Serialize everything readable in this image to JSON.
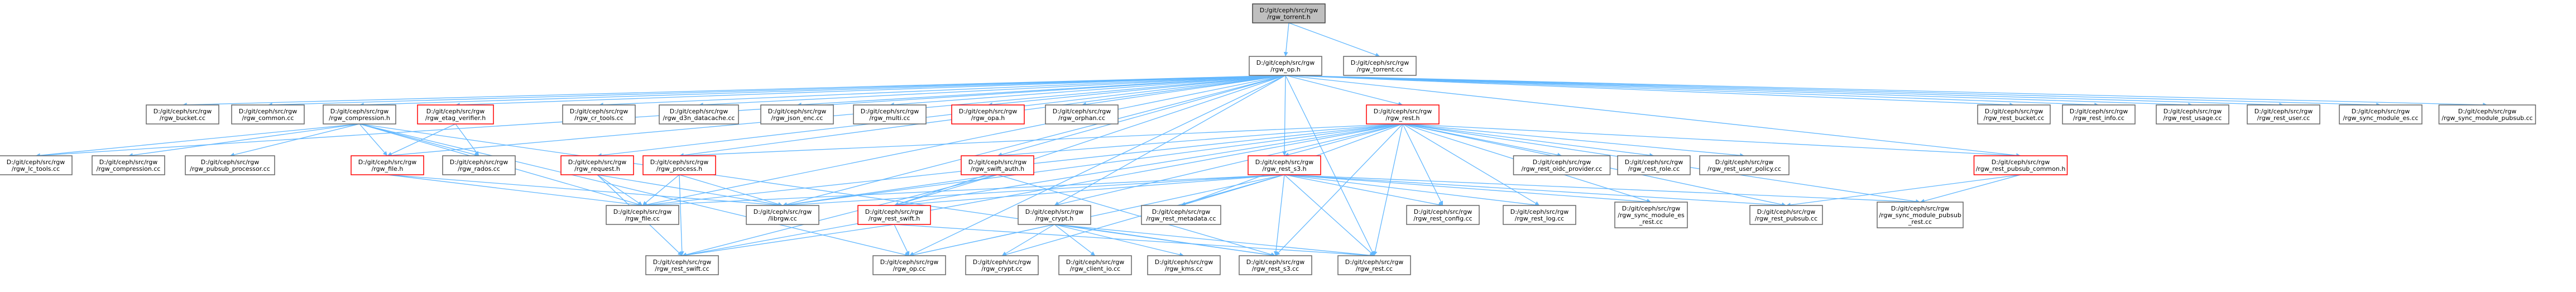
{
  "graph": {
    "root_id": "torrent_h",
    "colors": {
      "edge": "#63b8ff",
      "node_border": "#666666",
      "highlight_border": "#ff0000",
      "root_fill": "#bfbfbf"
    },
    "nodes": [
      {
        "id": "torrent_h",
        "lines": [
          "D:/git/ceph/src/rgw",
          "/rgw_torrent.h"
        ],
        "style": "root"
      },
      {
        "id": "op_h",
        "lines": [
          "D:/git/ceph/src/rgw",
          "/rgw_op.h"
        ]
      },
      {
        "id": "torrent_cc",
        "lines": [
          "D:/git/ceph/src/rgw",
          "/rgw_torrent.cc"
        ]
      },
      {
        "id": "bucket_cc",
        "lines": [
          "D:/git/ceph/src/rgw",
          "/rgw_bucket.cc"
        ]
      },
      {
        "id": "common_cc",
        "lines": [
          "D:/git/ceph/src/rgw",
          "/rgw_common.cc"
        ]
      },
      {
        "id": "compression_h",
        "lines": [
          "D:/git/ceph/src/rgw",
          "/rgw_compression.h"
        ]
      },
      {
        "id": "etag_verifier_h",
        "lines": [
          "D:/git/ceph/src/rgw",
          "/rgw_etag_verifier.h"
        ],
        "style": "red"
      },
      {
        "id": "cr_tools_cc",
        "lines": [
          "D:/git/ceph/src/rgw",
          "/rgw_cr_tools.cc"
        ]
      },
      {
        "id": "d3n_cc",
        "lines": [
          "D:/git/ceph/src/rgw",
          "/rgw_d3n_datacache.cc"
        ]
      },
      {
        "id": "json_enc_cc",
        "lines": [
          "D:/git/ceph/src/rgw",
          "/rgw_json_enc.cc"
        ]
      },
      {
        "id": "multi_cc",
        "lines": [
          "D:/git/ceph/src/rgw",
          "/rgw_multi.cc"
        ]
      },
      {
        "id": "opa_h",
        "lines": [
          "D:/git/ceph/src/rgw",
          "/rgw_opa.h"
        ],
        "style": "red"
      },
      {
        "id": "orphan_cc",
        "lines": [
          "D:/git/ceph/src/rgw",
          "/rgw_orphan.cc"
        ]
      },
      {
        "id": "rest_h",
        "lines": [
          "D:/git/ceph/src/rgw",
          "/rgw_rest.h"
        ],
        "style": "red"
      },
      {
        "id": "rest_bucket_cc",
        "lines": [
          "D:/git/ceph/src/rgw",
          "/rgw_rest_bucket.cc"
        ]
      },
      {
        "id": "rest_info_cc",
        "lines": [
          "D:/git/ceph/src/rgw",
          "/rgw_rest_info.cc"
        ]
      },
      {
        "id": "rest_usage_cc",
        "lines": [
          "D:/git/ceph/src/rgw",
          "/rgw_rest_usage.cc"
        ]
      },
      {
        "id": "rest_user_cc",
        "lines": [
          "D:/git/ceph/src/rgw",
          "/rgw_rest_user.cc"
        ]
      },
      {
        "id": "sync_module_es_cc",
        "lines": [
          "D:/git/ceph/src/rgw",
          "/rgw_sync_module_es.cc"
        ]
      },
      {
        "id": "sync_module_pubsub_cc",
        "lines": [
          "D:/git/ceph/src/rgw",
          "/rgw_sync_module_pubsub.cc"
        ]
      },
      {
        "id": "lc_tools_cc",
        "lines": [
          "D:/git/ceph/src/rgw",
          "/rgw_lc_tools.cc"
        ]
      },
      {
        "id": "compression_cc",
        "lines": [
          "D:/git/ceph/src/rgw",
          "/rgw_compression.cc"
        ]
      },
      {
        "id": "pubsub_push_cc",
        "lines": [
          "D:/git/ceph/src/rgw",
          "/rgw_pubsub_processor.cc"
        ]
      },
      {
        "id": "file_h",
        "lines": [
          "D:/git/ceph/src/rgw",
          "/rgw_file.h"
        ],
        "style": "red"
      },
      {
        "id": "rados_cc",
        "lines": [
          "D:/git/ceph/src/rgw",
          "/rgw_rados.cc"
        ]
      },
      {
        "id": "request_h",
        "lines": [
          "D:/git/ceph/src/rgw",
          "/rgw_request.h"
        ],
        "style": "red"
      },
      {
        "id": "process_h",
        "lines": [
          "D:/git/ceph/src/rgw",
          "/rgw_process.h"
        ],
        "style": "red"
      },
      {
        "id": "swift_auth_h",
        "lines": [
          "D:/git/ceph/src/rgw",
          "/rgw_swift_auth.h"
        ],
        "style": "red"
      },
      {
        "id": "rest_s3_h",
        "lines": [
          "D:/git/ceph/src/rgw",
          "/rgw_rest_s3.h"
        ],
        "style": "red"
      },
      {
        "id": "iam_policy_cc",
        "lines": [
          "D:/git/ceph/src/rgw",
          "/rgw_rest_oidc_provider.cc"
        ]
      },
      {
        "id": "rest_role_cc",
        "lines": [
          "D:/git/ceph/src/rgw",
          "/rgw_rest_role.cc"
        ]
      },
      {
        "id": "rest_user_policy_cc",
        "lines": [
          "D:/git/ceph/src/rgw",
          "/rgw_rest_user_policy.cc"
        ]
      },
      {
        "id": "rest_pubsub_common_h",
        "lines": [
          "D:/git/ceph/src/rgw",
          "/rgw_rest_pubsub_common.h"
        ],
        "style": "red"
      },
      {
        "id": "file_cc",
        "lines": [
          "D:/git/ceph/src/rgw",
          "/rgw_file.cc"
        ]
      },
      {
        "id": "librgw_cc",
        "lines": [
          "D:/git/ceph/src/rgw",
          "/librgw.cc"
        ]
      },
      {
        "id": "crypt_h",
        "lines": [
          "D:/git/ceph/src/rgw",
          "/rgw_crypt.h"
        ]
      },
      {
        "id": "rest_swift_h",
        "lines": [
          "D:/git/ceph/src/rgw",
          "/rgw_rest_swift.h"
        ],
        "style": "red"
      },
      {
        "id": "rest_metadata_cc",
        "lines": [
          "D:/git/ceph/src/rgw",
          "/rgw_rest_metadata.cc"
        ]
      },
      {
        "id": "rest_config_cc",
        "lines": [
          "D:/git/ceph/src/rgw",
          "/rgw_rest_config.cc"
        ]
      },
      {
        "id": "rest_log_cc",
        "lines": [
          "D:/git/ceph/src/rgw",
          "/rgw_rest_log.cc"
        ]
      },
      {
        "id": "sync_module_es_rest_cc",
        "lines": [
          "D:/git/ceph/src/rgw",
          "/rgw_sync_module_es",
          "_rest.cc"
        ]
      },
      {
        "id": "rest_pubsub_cc",
        "lines": [
          "D:/git/ceph/src/rgw",
          "/rgw_rest_pubsub.cc"
        ]
      },
      {
        "id": "sync_module_pubsub_rest_cc",
        "lines": [
          "D:/git/ceph/src/rgw",
          "/rgw_sync_module_pubsub",
          "_rest.cc"
        ]
      },
      {
        "id": "rest_swift_cc",
        "lines": [
          "D:/git/ceph/src/rgw",
          "/rgw_rest_swift.cc"
        ]
      },
      {
        "id": "op_cc",
        "lines": [
          "D:/git/ceph/src/rgw",
          "/rgw_op.cc"
        ]
      },
      {
        "id": "crypt_cc",
        "lines": [
          "D:/git/ceph/src/rgw",
          "/rgw_crypt.cc"
        ]
      },
      {
        "id": "client_io_cc",
        "lines": [
          "D:/git/ceph/src/rgw",
          "/rgw_client_io.cc"
        ]
      },
      {
        "id": "kms_cc",
        "lines": [
          "D:/git/ceph/src/rgw",
          "/rgw_kms.cc"
        ]
      },
      {
        "id": "rest_s3_cc",
        "lines": [
          "D:/git/ceph/src/rgw",
          "/rgw_rest_s3.cc"
        ]
      },
      {
        "id": "rest_cc",
        "lines": [
          "D:/git/ceph/src/rgw",
          "/rgw_rest.cc"
        ]
      }
    ],
    "edges": [
      [
        "torrent_h",
        "op_h"
      ],
      [
        "torrent_h",
        "torrent_cc"
      ],
      [
        "op_h",
        "bucket_cc"
      ],
      [
        "op_h",
        "common_cc"
      ],
      [
        "op_h",
        "compression_h"
      ],
      [
        "op_h",
        "etag_verifier_h"
      ],
      [
        "op_h",
        "cr_tools_cc"
      ],
      [
        "op_h",
        "d3n_cc"
      ],
      [
        "op_h",
        "json_enc_cc"
      ],
      [
        "op_h",
        "multi_cc"
      ],
      [
        "op_h",
        "opa_h"
      ],
      [
        "op_h",
        "orphan_cc"
      ],
      [
        "op_h",
        "rest_h"
      ],
      [
        "op_h",
        "rest_bucket_cc"
      ],
      [
        "op_h",
        "rest_info_cc"
      ],
      [
        "op_h",
        "rest_usage_cc"
      ],
      [
        "op_h",
        "rest_user_cc"
      ],
      [
        "op_h",
        "sync_module_es_cc"
      ],
      [
        "op_h",
        "sync_module_pubsub_cc"
      ],
      [
        "op_h",
        "lc_tools_cc"
      ],
      [
        "op_h",
        "file_h"
      ],
      [
        "op_h",
        "process_h"
      ],
      [
        "op_h",
        "request_h"
      ],
      [
        "op_h",
        "file_cc"
      ],
      [
        "op_h",
        "librgw_cc"
      ],
      [
        "op_h",
        "crypt_h"
      ],
      [
        "op_h",
        "op_cc"
      ],
      [
        "op_h",
        "rest_pubsub_common_h"
      ],
      [
        "op_h",
        "rest_s3_h"
      ],
      [
        "op_h",
        "swift_auth_h"
      ],
      [
        "op_h",
        "rest_swift_h"
      ],
      [
        "op_h",
        "rest_cc"
      ],
      [
        "compression_h",
        "lc_tools_cc"
      ],
      [
        "compression_h",
        "compression_cc"
      ],
      [
        "compression_h",
        "pubsub_push_cc"
      ],
      [
        "compression_h",
        "file_h"
      ],
      [
        "compression_h",
        "rados_cc"
      ],
      [
        "compression_h",
        "op_cc"
      ],
      [
        "compression_h",
        "rest_s3_cc"
      ],
      [
        "compression_h",
        "file_cc"
      ],
      [
        "etag_verifier_h",
        "rados_cc"
      ],
      [
        "etag_verifier_h",
        "file_h"
      ],
      [
        "rest_h",
        "process_h"
      ],
      [
        "rest_h",
        "swift_auth_h"
      ],
      [
        "rest_h",
        "rest_s3_h"
      ],
      [
        "rest_h",
        "iam_policy_cc"
      ],
      [
        "rest_h",
        "rest_role_cc"
      ],
      [
        "rest_h",
        "rest_user_policy_cc"
      ],
      [
        "rest_h",
        "rest_pubsub_common_h"
      ],
      [
        "rest_h",
        "rest_metadata_cc"
      ],
      [
        "rest_h",
        "rest_config_cc"
      ],
      [
        "rest_h",
        "rest_log_cc"
      ],
      [
        "rest_h",
        "sync_module_es_rest_cc"
      ],
      [
        "rest_h",
        "rest_pubsub_cc"
      ],
      [
        "rest_h",
        "sync_module_pubsub_rest_cc"
      ],
      [
        "rest_h",
        "rest_swift_cc"
      ],
      [
        "rest_h",
        "rest_cc"
      ],
      [
        "rest_h",
        "rest_s3_cc"
      ],
      [
        "rest_h",
        "librgw_cc"
      ],
      [
        "rest_h",
        "file_cc"
      ],
      [
        "rest_h",
        "rest_swift_h"
      ],
      [
        "rest_h",
        "crypt_h"
      ],
      [
        "file_h",
        "file_cc"
      ],
      [
        "file_h",
        "librgw_cc"
      ],
      [
        "request_h",
        "file_cc"
      ],
      [
        "request_h",
        "librgw_cc"
      ],
      [
        "request_h",
        "rest_swift_cc"
      ],
      [
        "process_h",
        "file_cc"
      ],
      [
        "process_h",
        "librgw_cc"
      ],
      [
        "process_h",
        "rest_swift_cc"
      ],
      [
        "swift_auth_h",
        "rest_swift_h"
      ],
      [
        "swift_auth_h",
        "rest_swift_cc"
      ],
      [
        "swift_auth_h",
        "rest_s3_cc"
      ],
      [
        "swift_auth_h",
        "librgw_cc"
      ],
      [
        "rest_s3_h",
        "rest_swift_h"
      ],
      [
        "rest_s3_h",
        "rest_metadata_cc"
      ],
      [
        "rest_s3_h",
        "rest_config_cc"
      ],
      [
        "rest_s3_h",
        "rest_log_cc"
      ],
      [
        "rest_s3_h",
        "sync_module_es_rest_cc"
      ],
      [
        "rest_s3_h",
        "rest_pubsub_cc"
      ],
      [
        "rest_s3_h",
        "rest_s3_cc"
      ],
      [
        "rest_s3_h",
        "rest_cc"
      ],
      [
        "rest_s3_h",
        "op_cc"
      ],
      [
        "rest_s3_h",
        "file_cc"
      ],
      [
        "rest_s3_h",
        "librgw_cc"
      ],
      [
        "rest_s3_h",
        "crypt_cc"
      ],
      [
        "rest_s3_h",
        "sync_module_pubsub_rest_cc"
      ],
      [
        "rest_pubsub_common_h",
        "rest_pubsub_cc"
      ],
      [
        "rest_pubsub_common_h",
        "sync_module_pubsub_rest_cc"
      ],
      [
        "rest_swift_h",
        "rest_swift_cc"
      ],
      [
        "rest_swift_h",
        "op_cc"
      ],
      [
        "rest_swift_h",
        "rest_cc"
      ],
      [
        "crypt_h",
        "op_cc"
      ],
      [
        "crypt_h",
        "crypt_cc"
      ],
      [
        "crypt_h",
        "client_io_cc"
      ],
      [
        "crypt_h",
        "kms_cc"
      ],
      [
        "crypt_h",
        "rest_s3_cc"
      ],
      [
        "crypt_h",
        "rest_cc"
      ]
    ]
  }
}
